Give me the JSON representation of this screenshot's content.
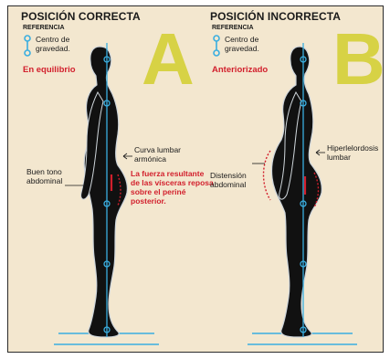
{
  "panels": {
    "a": {
      "title": "POSICIÓN CORRECTA",
      "letter": "A",
      "reference_heading": "REFERENCIA",
      "reference_text": "Centro de gravedad.",
      "state": "En equilibrio",
      "left_note": "Buen tono abdominal",
      "right_note": "Curva lumbar armónica",
      "red_note": "La fuerza resultante de las vísceras reposa sobre el periné posterior."
    },
    "b": {
      "title": "POSICIÓN INCORRECTA",
      "letter": "B",
      "reference_heading": "REFERENCIA",
      "reference_text": "Centro de gravedad.",
      "state": "Anteriorizado",
      "left_note": "Distensión abdominal",
      "right_note": "Hiperlelordosis lumbar"
    }
  },
  "colors": {
    "background": "#f3e7cf",
    "silhouette": "#111111",
    "gravity_line": "#3aaee0",
    "accent_red": "#d21f2c",
    "letter_yellow": "#d7d245"
  }
}
